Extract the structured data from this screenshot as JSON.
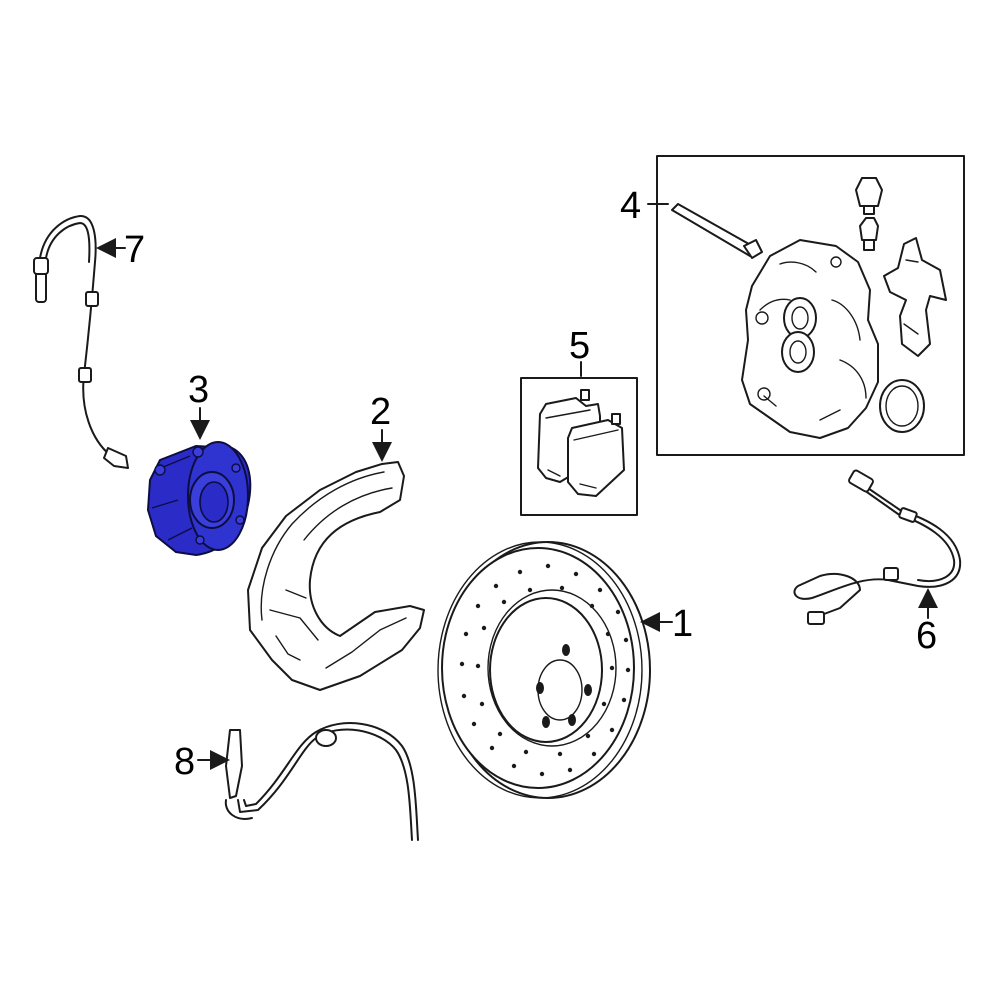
{
  "diagram": {
    "callouts": [
      {
        "id": "1",
        "label": "1"
      },
      {
        "id": "2",
        "label": "2"
      },
      {
        "id": "3",
        "label": "3"
      },
      {
        "id": "4",
        "label": "4"
      },
      {
        "id": "5",
        "label": "5"
      },
      {
        "id": "6",
        "label": "6"
      },
      {
        "id": "7",
        "label": "7"
      },
      {
        "id": "8",
        "label": "8"
      }
    ],
    "highlight_color": "#2b2bc8",
    "line_color": "#1a1a1a"
  }
}
